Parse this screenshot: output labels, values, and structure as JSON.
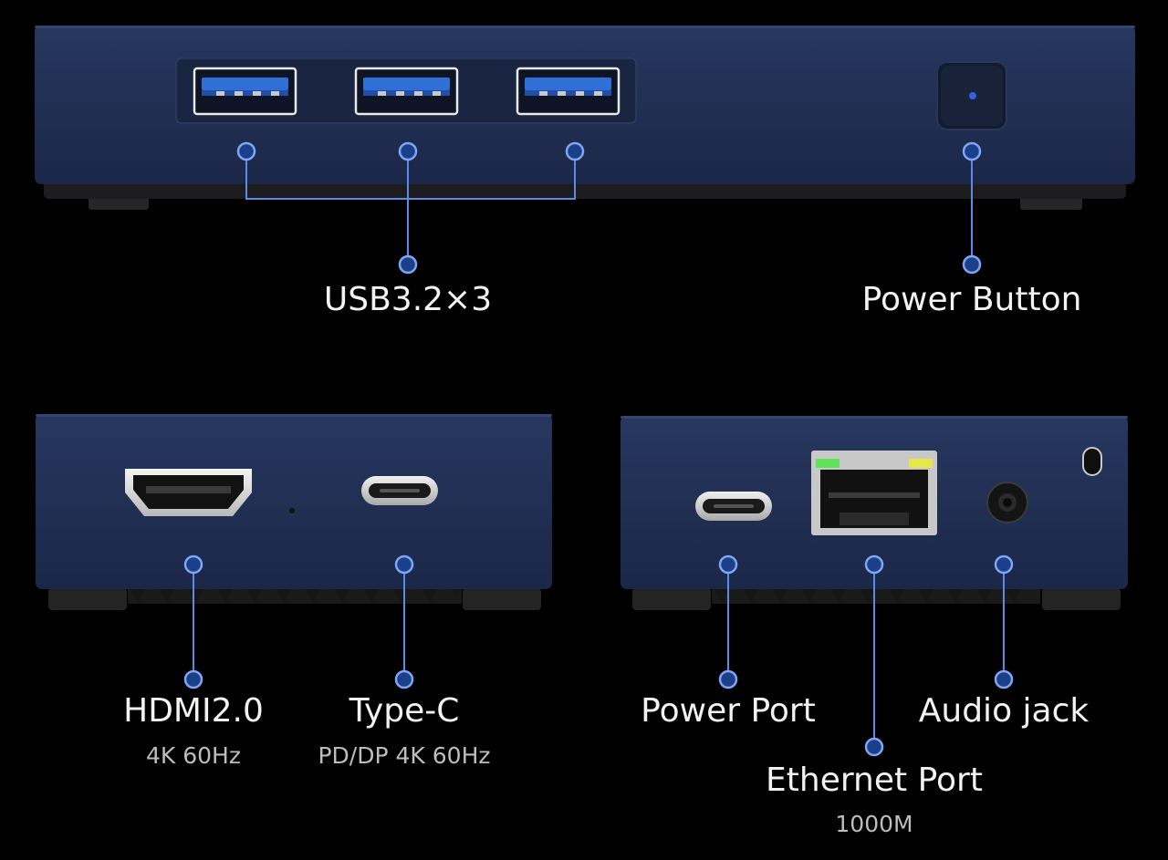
{
  "labels": {
    "usb": "USB3.2×3",
    "power_button": "Power Button",
    "hdmi": "HDMI2.0",
    "hdmi_spec": "4K 60Hz",
    "typec": "Type-C",
    "typec_spec": "PD/DP 4K 60Hz",
    "power_port": "Power Port",
    "audio_jack": "Audio jack",
    "ethernet": "Ethernet Port",
    "ethernet_spec": "1000M"
  },
  "colors": {
    "background": "#000000",
    "chassis": "#1f2d52",
    "chassis_edge": "#2c3c66",
    "callout": "#5b8ae8",
    "label_text": "#f2f2f2",
    "sub_text": "#bdbdbd",
    "usb_blue": "#2f6fd6",
    "ethernet_led_green": "#5fe35a",
    "ethernet_led_yellow": "#e6e84a",
    "power_led": "#2f62e0"
  }
}
